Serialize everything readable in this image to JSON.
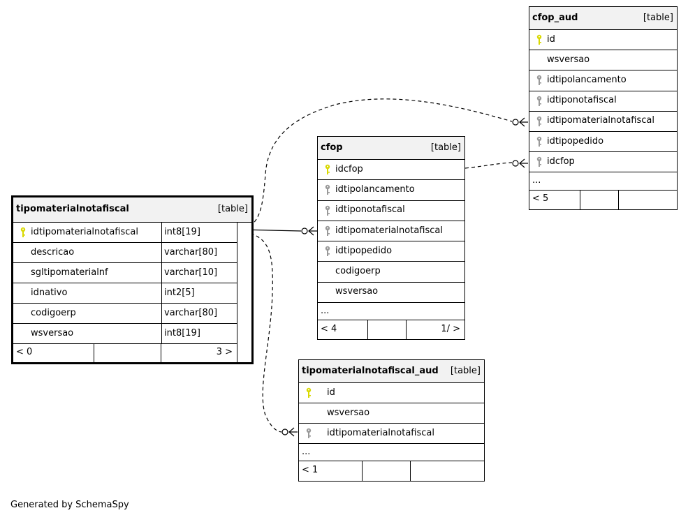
{
  "footer": "Generated by SchemaSpy",
  "colors": {
    "pk_key": "#d9d900",
    "fk_key": "#999999",
    "header_bg": "#f2f2f2"
  },
  "tables": {
    "tipomaterialnotafiscal": {
      "name": "tipomaterialnotafiscal",
      "kind": "[table]",
      "columns": [
        {
          "name": "idtipomaterialnotafiscal",
          "type": "int8[19]",
          "key": "pk"
        },
        {
          "name": "descricao",
          "type": "varchar[80]",
          "key": ""
        },
        {
          "name": "sgltipomaterialnf",
          "type": "varchar[10]",
          "key": ""
        },
        {
          "name": "idnativo",
          "type": "int2[5]",
          "key": ""
        },
        {
          "name": "codigoerp",
          "type": "varchar[80]",
          "key": ""
        },
        {
          "name": "wsversao",
          "type": "int8[19]",
          "key": ""
        }
      ],
      "footer_left": "< 0",
      "footer_right": "3 >"
    },
    "cfop": {
      "name": "cfop",
      "kind": "[table]",
      "columns": [
        {
          "name": "idcfop",
          "key": "pk"
        },
        {
          "name": "idtipolancamento",
          "key": "fk"
        },
        {
          "name": "idtiponotafiscal",
          "key": "fk"
        },
        {
          "name": "idtipomaterialnotafiscal",
          "key": "fk"
        },
        {
          "name": "idtipopedido",
          "key": "fk"
        },
        {
          "name": "codigoerp",
          "key": ""
        },
        {
          "name": "wsversao",
          "key": ""
        }
      ],
      "more": "...",
      "footer_left": "< 4",
      "footer_right": "1/ >"
    },
    "cfop_aud": {
      "name": "cfop_aud",
      "kind": "[table]",
      "columns": [
        {
          "name": "id",
          "key": "pk"
        },
        {
          "name": "wsversao",
          "key": ""
        },
        {
          "name": "idtipolancamento",
          "key": "fk"
        },
        {
          "name": "idtiponotafiscal",
          "key": "fk"
        },
        {
          "name": "idtipomaterialnotafiscal",
          "key": "fk"
        },
        {
          "name": "idtipopedido",
          "key": "fk"
        },
        {
          "name": "idcfop",
          "key": "fk"
        }
      ],
      "more": "...",
      "footer_left": "< 5",
      "footer_right": ""
    },
    "tipomaterialnotafiscal_aud": {
      "name": "tipomaterialnotafiscal_aud",
      "kind": "[table]",
      "columns": [
        {
          "name": "id",
          "key": "pk"
        },
        {
          "name": "wsversao",
          "key": ""
        },
        {
          "name": "idtipomaterialnotafiscal",
          "key": "fk"
        }
      ],
      "more": "...",
      "footer_left": "< 1",
      "footer_right": ""
    }
  }
}
